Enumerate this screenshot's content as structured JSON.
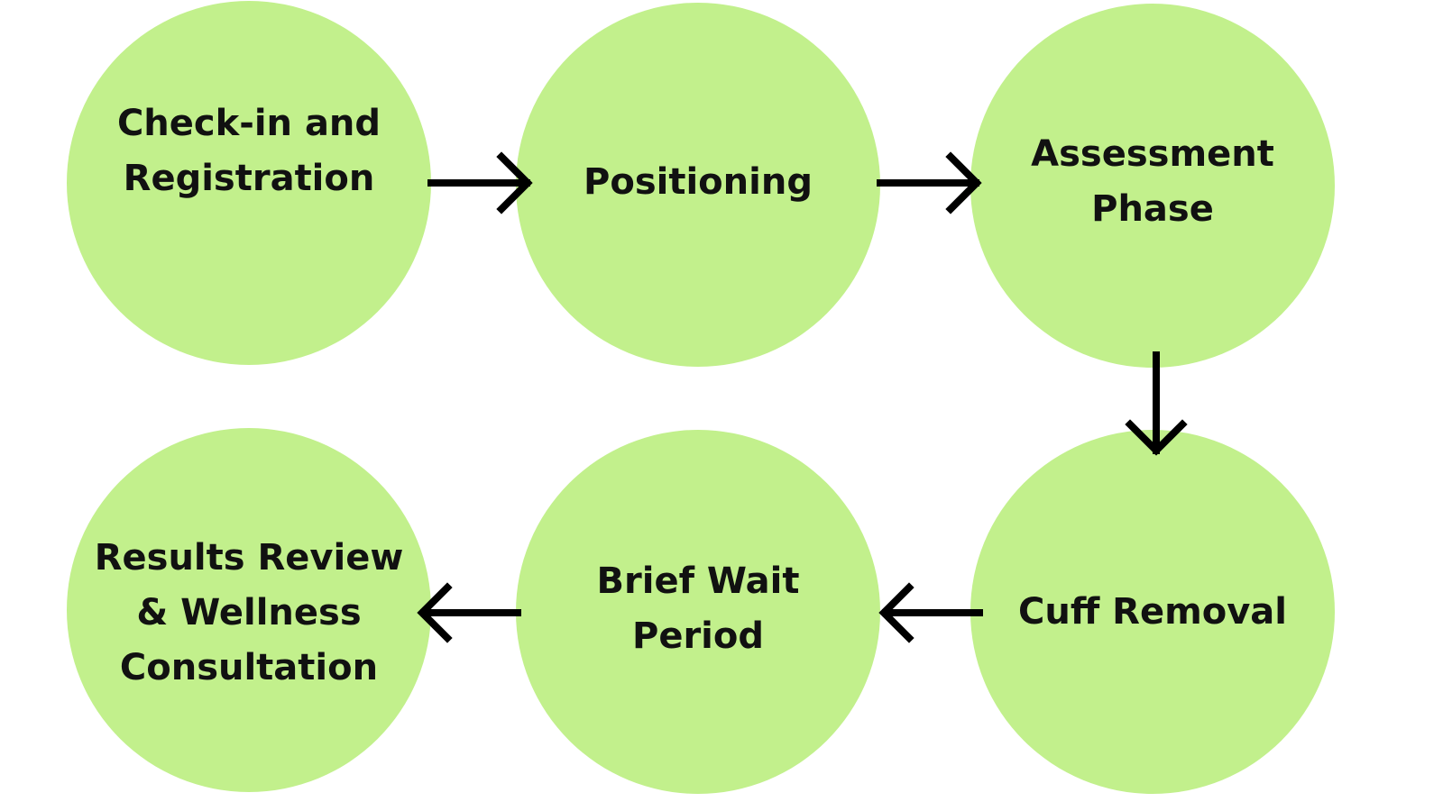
{
  "diagram": {
    "steps": [
      {
        "id": 1,
        "label": "Check-in and\nRegistration"
      },
      {
        "id": 2,
        "label": "Positioning"
      },
      {
        "id": 3,
        "label": "Assessment\nPhase"
      },
      {
        "id": 4,
        "label": "Cuff Removal"
      },
      {
        "id": 5,
        "label": "Brief Wait Period"
      },
      {
        "id": 6,
        "label": "Results Review\n& Wellness\nConsultation"
      }
    ],
    "connections": [
      {
        "from": 1,
        "to": 2
      },
      {
        "from": 2,
        "to": 3
      },
      {
        "from": 3,
        "to": 4
      },
      {
        "from": 4,
        "to": 5
      },
      {
        "from": 5,
        "to": 6
      }
    ],
    "colors": {
      "node_fill": "#c2f08c",
      "text": "#111111",
      "arrow": "#000000",
      "background": "#ffffff"
    }
  }
}
